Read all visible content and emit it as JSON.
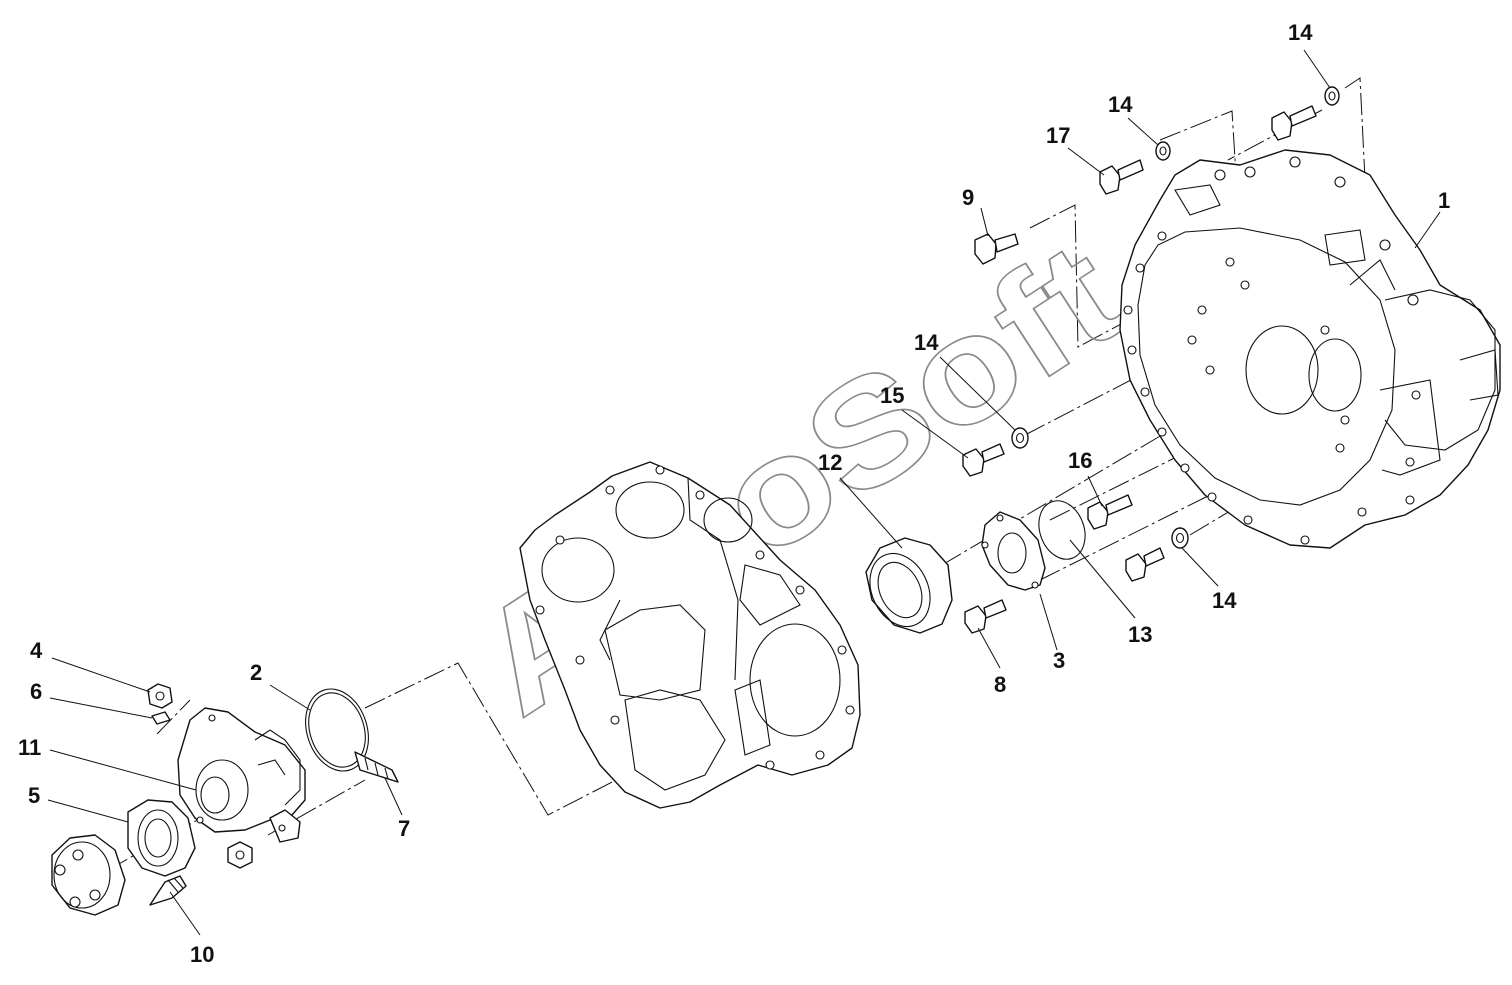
{
  "diagram": {
    "watermark": "AutoSoft",
    "callouts": [
      {
        "id": "c-1",
        "label": "1"
      },
      {
        "id": "c-2",
        "label": "2"
      },
      {
        "id": "c-3",
        "label": "3"
      },
      {
        "id": "c-4",
        "label": "4"
      },
      {
        "id": "c-5",
        "label": "5"
      },
      {
        "id": "c-6",
        "label": "6"
      },
      {
        "id": "c-7",
        "label": "7"
      },
      {
        "id": "c-8",
        "label": "8"
      },
      {
        "id": "c-9",
        "label": "9"
      },
      {
        "id": "c-10",
        "label": "10"
      },
      {
        "id": "c-11",
        "label": "11"
      },
      {
        "id": "c-12",
        "label": "12"
      },
      {
        "id": "c-13",
        "label": "13"
      },
      {
        "id": "c-14a",
        "label": "14"
      },
      {
        "id": "c-14b",
        "label": "14"
      },
      {
        "id": "c-14c",
        "label": "14"
      },
      {
        "id": "c-14d",
        "label": "14"
      },
      {
        "id": "c-15",
        "label": "15"
      },
      {
        "id": "c-16",
        "label": "16"
      },
      {
        "id": "c-17",
        "label": "17"
      }
    ],
    "colors": {
      "line": "#111111",
      "background": "#ffffff",
      "watermark": "#8a8a8a"
    }
  }
}
